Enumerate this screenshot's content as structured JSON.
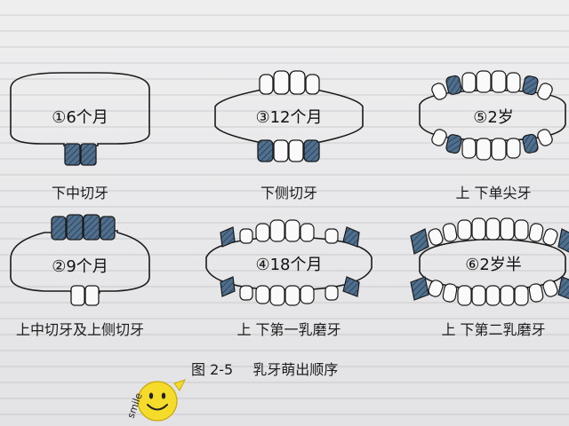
{
  "stages": [
    {
      "id": "s1",
      "title": "①6个月",
      "label": "下中切牙"
    },
    {
      "id": "s2",
      "title": "③12个月",
      "label": "下侧切牙"
    },
    {
      "id": "s3",
      "title": "⑤2岁",
      "label": "上  下单尖牙"
    },
    {
      "id": "s4",
      "title": "②9个月",
      "label": "上中切牙及上侧切牙"
    },
    {
      "id": "s5",
      "title": "④18个月",
      "label": "上  下第一乳磨牙"
    },
    {
      "id": "s6",
      "title": "⑥2岁半",
      "label": "上  下第二乳磨牙"
    }
  ],
  "caption": {
    "figure": "图 2-5",
    "text": "乳牙萌出顺序"
  },
  "sticker": {
    "text": "smile"
  },
  "colors": {
    "tooth_fill": "#4f6f8c",
    "outline": "#1a1a1a",
    "page": "#eeeeef"
  }
}
